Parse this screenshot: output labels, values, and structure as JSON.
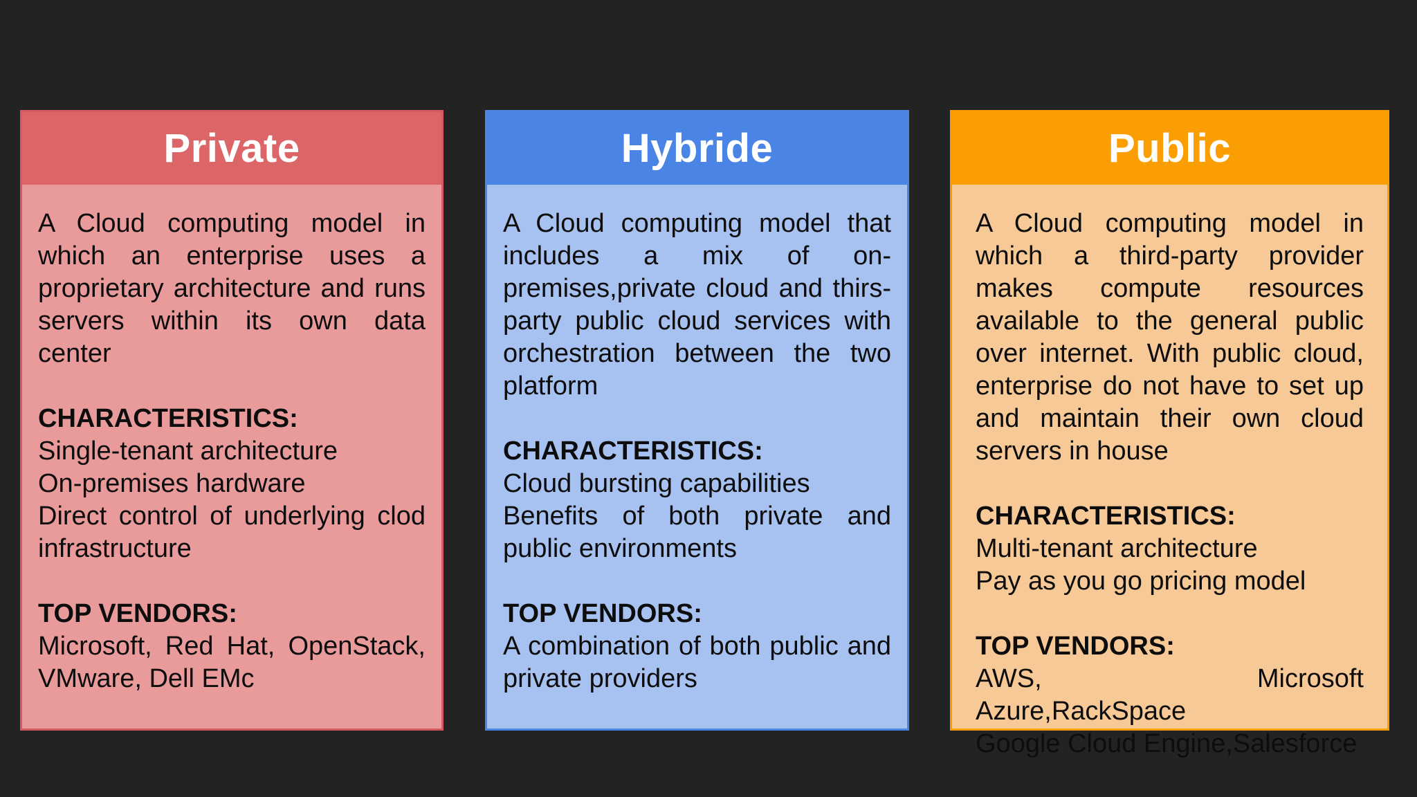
{
  "slide": {
    "background_color": "#232323",
    "text_color": "#0d0d0d",
    "title_text_color": "#ffffff"
  },
  "cards": [
    {
      "title": "Private",
      "header_color": "#dc6567",
      "body_color": "#e99b9b",
      "description": "A Cloud computing model in which an enterprise uses a proprietary architecture and runs servers within its own data center",
      "characteristics_label": "CHARACTERISTICS:",
      "characteristics": [
        "Single-tenant architecture",
        "On-premises hardware",
        "Direct control of underlying clod infrastructure"
      ],
      "vendors_label": "TOP VENDORS:",
      "vendors": [
        "Microsoft, Red Hat, OpenStack, VMware, Dell EMc"
      ]
    },
    {
      "title": "Hybride",
      "header_color": "#4a84e4",
      "body_color": "#a7c1f0",
      "description": "A Cloud computing model that includes a mix of on-premises,private cloud and thirs-party public cloud services with orchestration between the two platform",
      "characteristics_label": "CHARACTERISTICS:",
      "characteristics": [
        "Cloud bursting capabilities",
        "Benefits of both private and public environments"
      ],
      "vendors_label": "TOP VENDORS:",
      "vendors": [
        "A combination of both public and private providers"
      ]
    },
    {
      "title": "Public",
      "header_color": "#fb9e04",
      "body_color": "#f7c997",
      "description": "A Cloud computing model in which a third-party provider makes compute resources available to the general public over internet. With public cloud, enterprise do not have to set up and maintain their own cloud servers in house",
      "characteristics_label": "CHARACTERISTICS:",
      "characteristics": [
        "Multi-tenant architecture",
        "Pay as you go pricing model"
      ],
      "vendors_label": "TOP VENDORS:",
      "vendors": [
        "AWS, Microsoft Azure,RackSpace",
        "Google Cloud Engine,Salesforce"
      ]
    }
  ]
}
